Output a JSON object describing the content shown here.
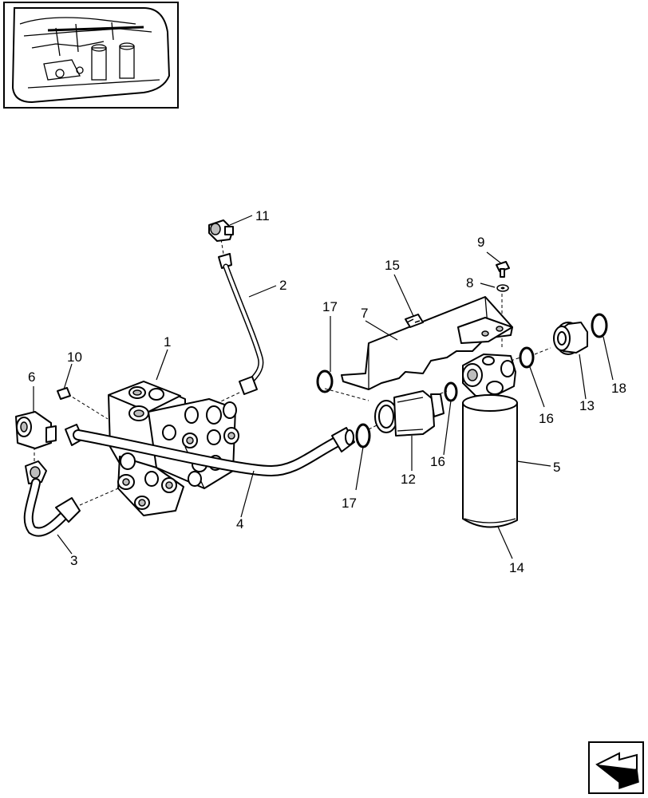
{
  "callouts": [
    "1",
    "2",
    "3",
    "4",
    "5",
    "6",
    "7",
    "8",
    "9",
    "10",
    "11",
    "12",
    "13",
    "14",
    "15",
    "16",
    "16",
    "17",
    "17",
    "18"
  ],
  "icons": {
    "location_thumbnail": "engine-location-thumbnail-icon",
    "next_page": "next-page-arrow-icon"
  }
}
